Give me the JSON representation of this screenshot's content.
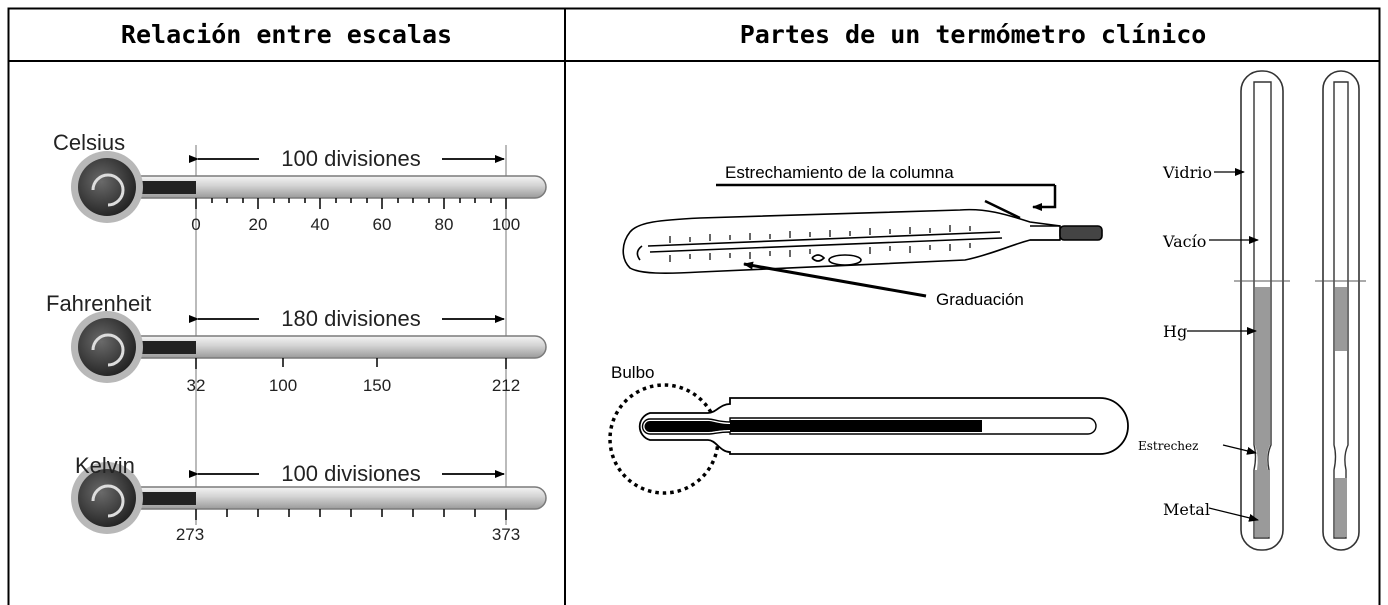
{
  "left_panel": {
    "header": "Relación entre escalas",
    "scales": [
      {
        "name": "Celsius",
        "span": "100 divisiones",
        "ticks": [
          "0",
          "20",
          "40",
          "60",
          "80",
          "100"
        ]
      },
      {
        "name": "Fahrenheit",
        "span": "180 divisiones",
        "ticks": [
          "32",
          "100",
          "150",
          "212"
        ]
      },
      {
        "name": "Kelvin",
        "span": "100 divisiones",
        "ticks": [
          "273",
          "373"
        ]
      }
    ]
  },
  "right_panel": {
    "header": "Partes de un termómetro clínico",
    "labels": {
      "narrowing": "Estrechamiento de la columna",
      "graduation": "Graduación",
      "bulb": "Bulbo",
      "glass": "Vidrio",
      "vacuum": "Vacío",
      "mercury": "Hg",
      "constriction": "Estrechez",
      "metal": "Metal"
    }
  }
}
